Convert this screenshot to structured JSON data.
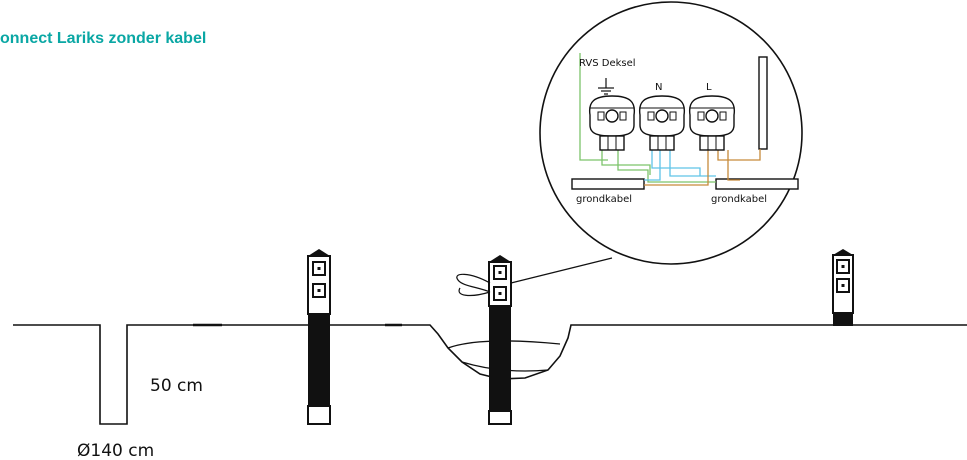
{
  "title": "onnect Lariks zonder kabel",
  "colors": {
    "title": "#0aa7a4",
    "line": "#111111",
    "post": "#111111",
    "wire_earth": "#7cc36b",
    "wire_blue": "#5fc4e8",
    "wire_brown": "#c78a3b"
  },
  "labels": {
    "depth": "50 cm",
    "diameter": "Ø140 cm",
    "cover": "RVS Deksel",
    "neutral": "N",
    "live": "L",
    "cable_left": "grondkabel",
    "cable_right": "grondkabel"
  },
  "icons": [
    "earth-symbol-icon",
    "socket-icon",
    "terminal-connector-icon"
  ]
}
